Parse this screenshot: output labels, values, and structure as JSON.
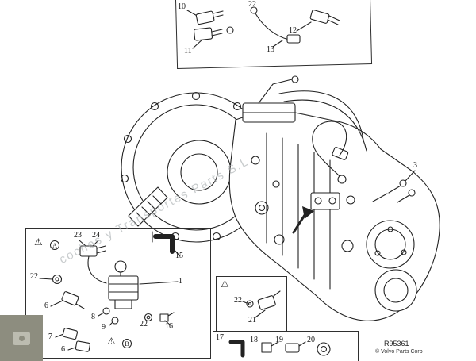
{
  "watermark": {
    "text": "coches y Transportes Parts S.L."
  },
  "footer": {
    "ref_code": "R95361",
    "copyright": "© Volvo Parts Corp"
  },
  "icons": {
    "warning": "⚠"
  },
  "colors": {
    "line": "#222222",
    "watermark": "#a8adb0",
    "thumbnail_bg": "#8d8d7f"
  },
  "markers": [
    {
      "label": "A"
    },
    {
      "label": "B"
    }
  ],
  "callouts": [
    {
      "id": "top-10",
      "num": "10"
    },
    {
      "id": "top-11",
      "num": "11"
    },
    {
      "id": "top-22",
      "num": "22"
    },
    {
      "id": "top-12",
      "num": "12"
    },
    {
      "id": "top-13",
      "num": "13"
    },
    {
      "id": "main-3",
      "num": "3"
    },
    {
      "id": "left-23",
      "num": "23"
    },
    {
      "id": "left-24",
      "num": "24"
    },
    {
      "id": "left-15",
      "num": "15"
    },
    {
      "id": "left-22a",
      "num": "22"
    },
    {
      "id": "left-1",
      "num": "1"
    },
    {
      "id": "left-6a",
      "num": "6"
    },
    {
      "id": "left-8",
      "num": "8"
    },
    {
      "id": "left-9",
      "num": "9"
    },
    {
      "id": "left-22b",
      "num": "22"
    },
    {
      "id": "left-16",
      "num": "16"
    },
    {
      "id": "left-7",
      "num": "7"
    },
    {
      "id": "left-6b",
      "num": "6"
    },
    {
      "id": "mid-22",
      "num": "22"
    },
    {
      "id": "mid-21",
      "num": "21"
    },
    {
      "id": "bottom-17",
      "num": "17"
    },
    {
      "id": "bottom-18",
      "num": "18"
    },
    {
      "id": "bottom-19",
      "num": "19"
    },
    {
      "id": "bottom-20",
      "num": "20"
    }
  ]
}
